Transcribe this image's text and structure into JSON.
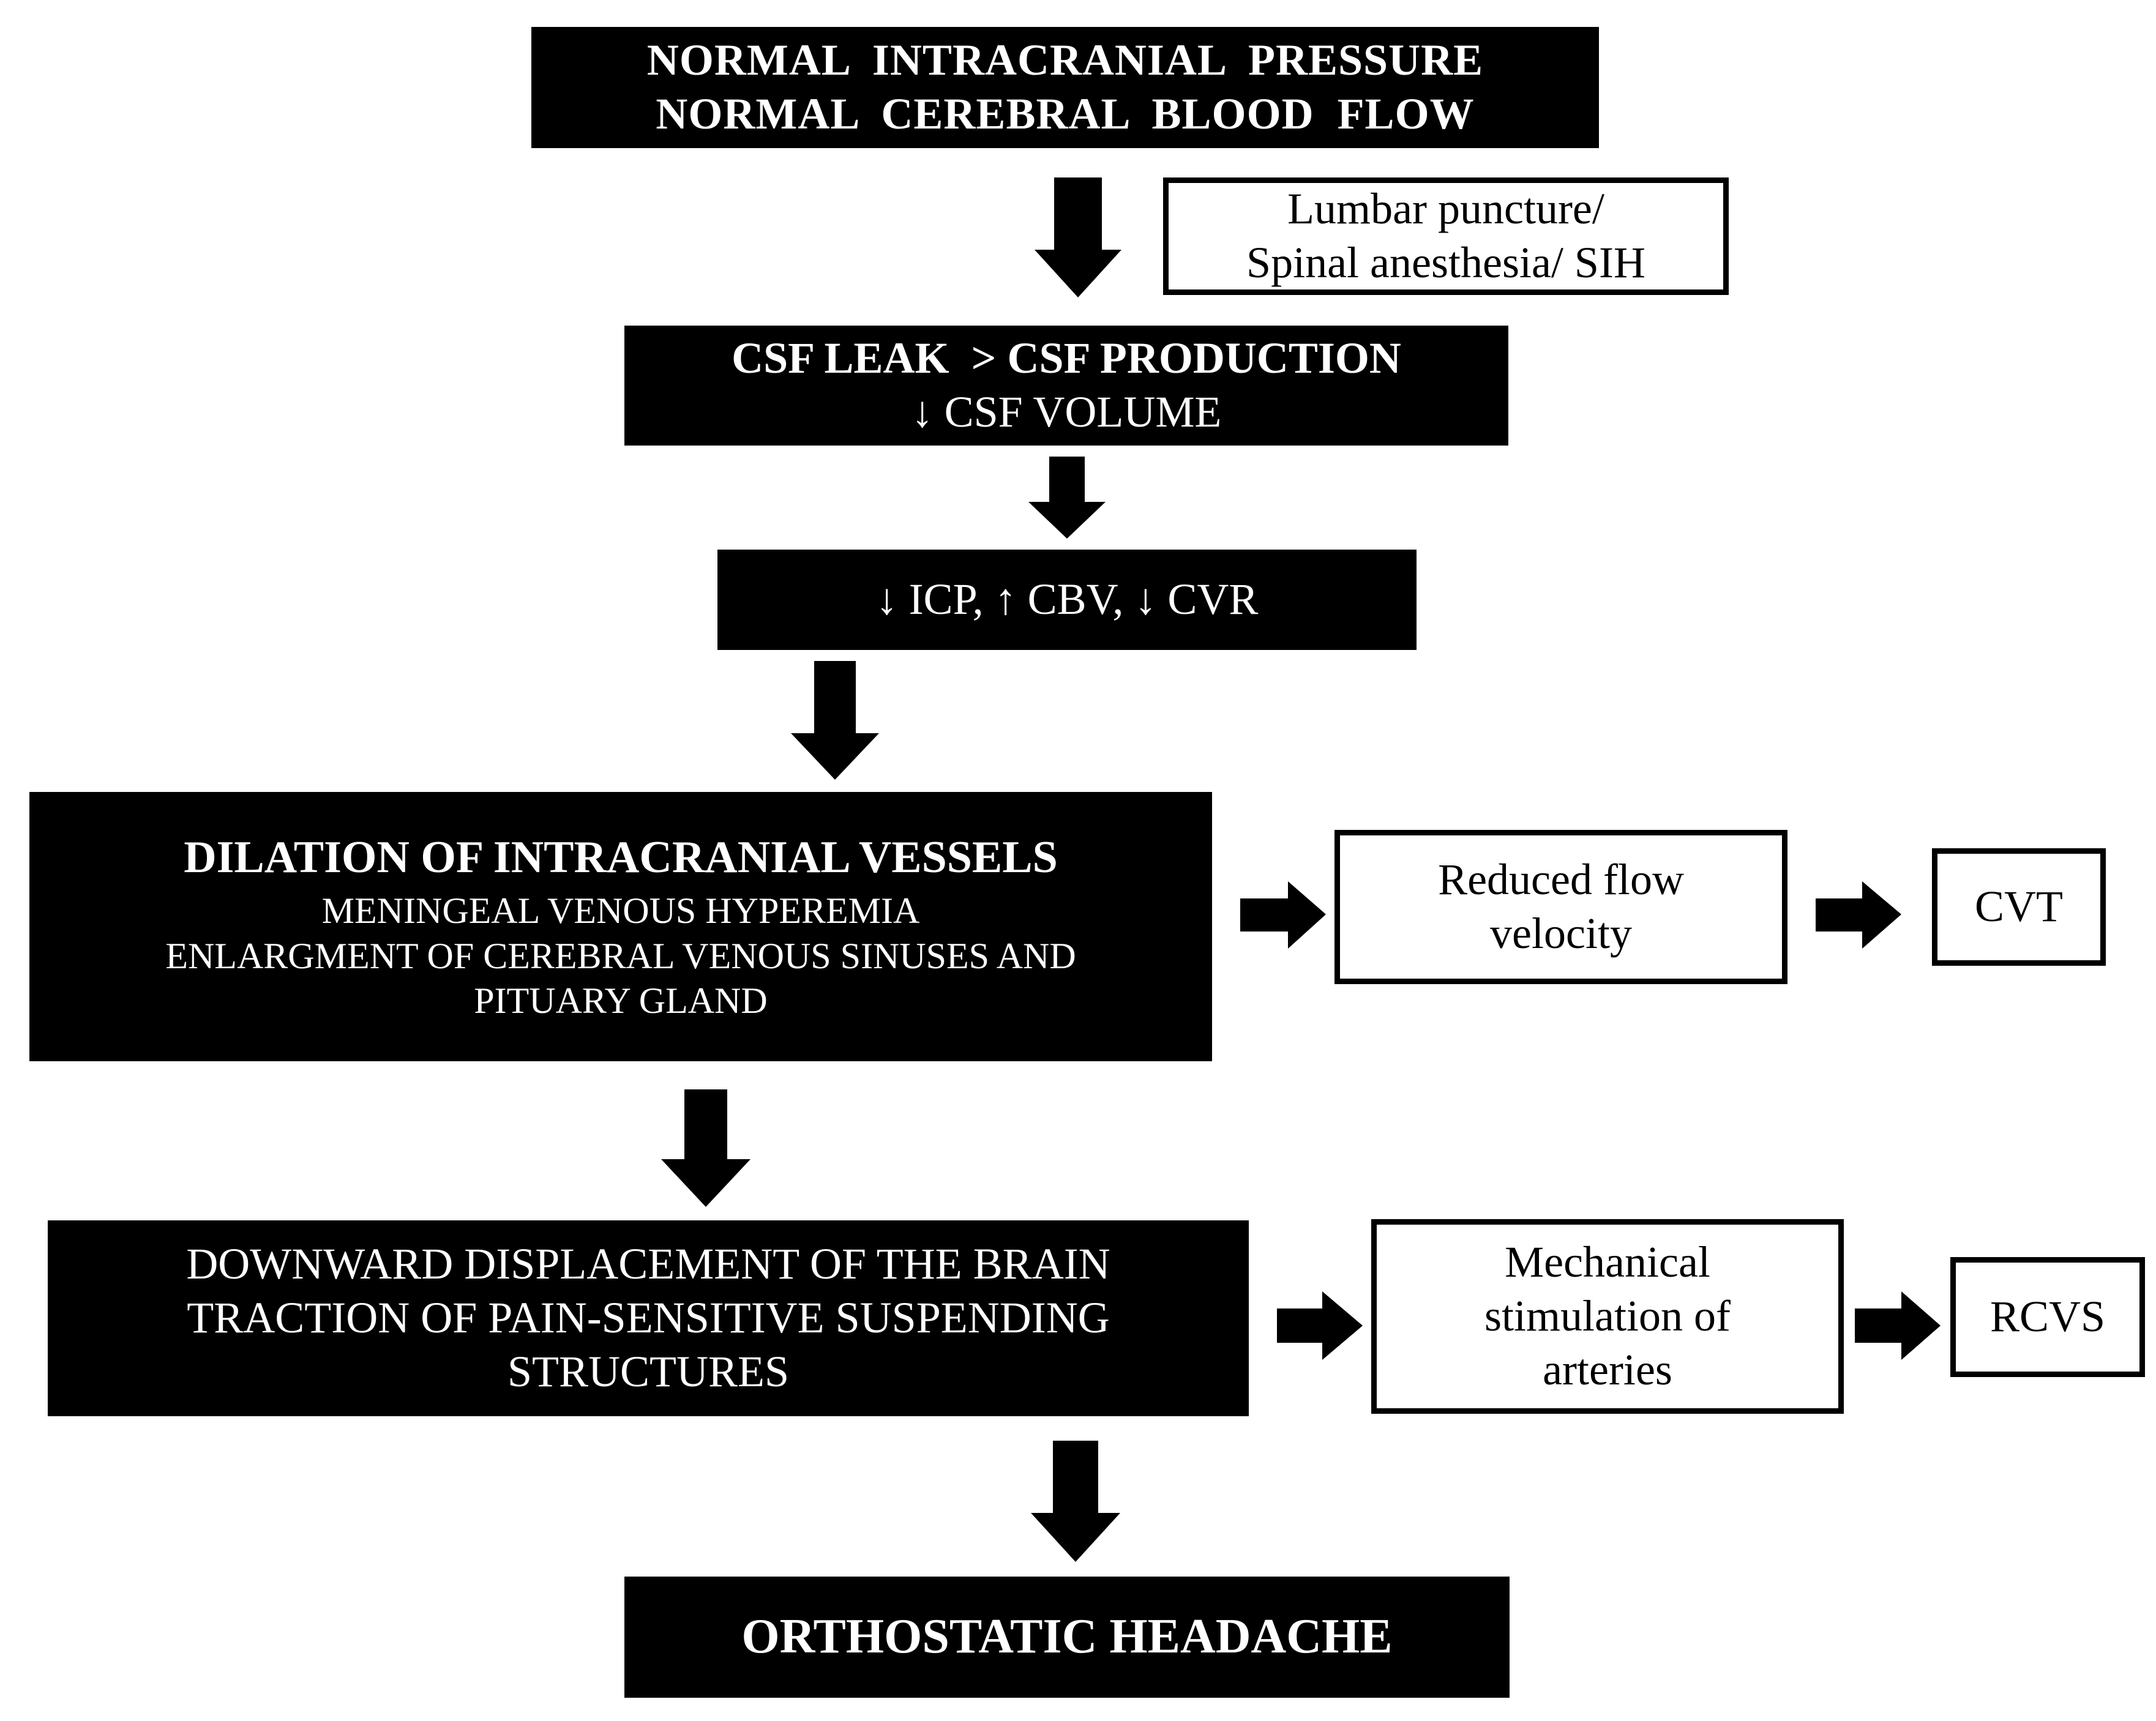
{
  "colors": {
    "fill": "#000000",
    "text_on_fill": "#ffffff",
    "background": "#ffffff"
  },
  "nodes": {
    "normal": {
      "line1": "NORMAL  INTRACRANIAL  PRESSURE",
      "line2": "NORMAL  CEREBRAL  BLOOD  FLOW"
    },
    "causes": {
      "line1": "Lumbar puncture/",
      "line2": "Spinal anesthesia/ SIH"
    },
    "csf_leak": {
      "line1": "CSF LEAK  > CSF PRODUCTION",
      "line2": "↓ CSF VOLUME"
    },
    "icp": {
      "line1": "↓ ICP, ↑ CBV, ↓ CVR"
    },
    "dilation": {
      "line1": "DILATION OF INTRACRANIAL VESSELS",
      "line2": "MENINGEAL VENOUS HYPEREMIA",
      "line3": "ENLARGMENT OF CEREBRAL VENOUS SINUSES AND",
      "line4": "PITUARY GLAND"
    },
    "reduced_flow": {
      "line1": "Reduced flow",
      "line2": "velocity"
    },
    "cvt": {
      "line1": "CVT"
    },
    "displacement": {
      "line1": "DOWNWARD DISPLACEMENT OF THE BRAIN",
      "line2": "TRACTION OF PAIN-SENSITIVE SUSPENDING",
      "line3": "STRUCTURES"
    },
    "mechanical": {
      "line1": "Mechanical",
      "line2": "stimulation of",
      "line3": "arteries"
    },
    "rcvs": {
      "line1": "RCVS"
    },
    "headache": {
      "line1": "ORTHOSTATIC HEADACHE"
    }
  }
}
